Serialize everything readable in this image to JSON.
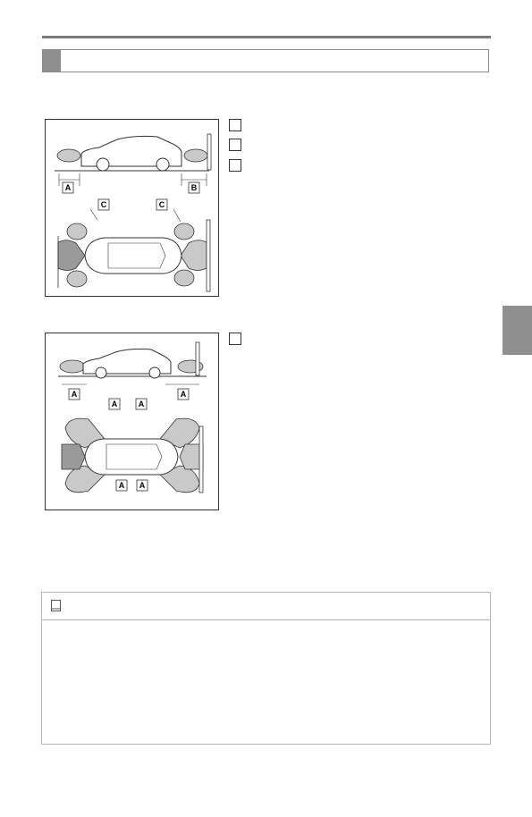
{
  "header": {
    "title": ""
  },
  "figure1": {
    "labels": {
      "a": "A",
      "b": "B",
      "c": "C"
    },
    "items": [
      {
        "num": "",
        "text": ""
      },
      {
        "num": "",
        "text": ""
      },
      {
        "num": "",
        "text": ""
      }
    ]
  },
  "figure2": {
    "labels": {
      "a": "A"
    },
    "items": [
      {
        "num": "",
        "text": ""
      }
    ]
  },
  "note": {
    "title": "",
    "icon": "book-icon"
  },
  "colors": {
    "accent_gray": "#8f8f8f",
    "zone_light": "#c9c9c9",
    "zone_dark": "#9a9a9a"
  }
}
